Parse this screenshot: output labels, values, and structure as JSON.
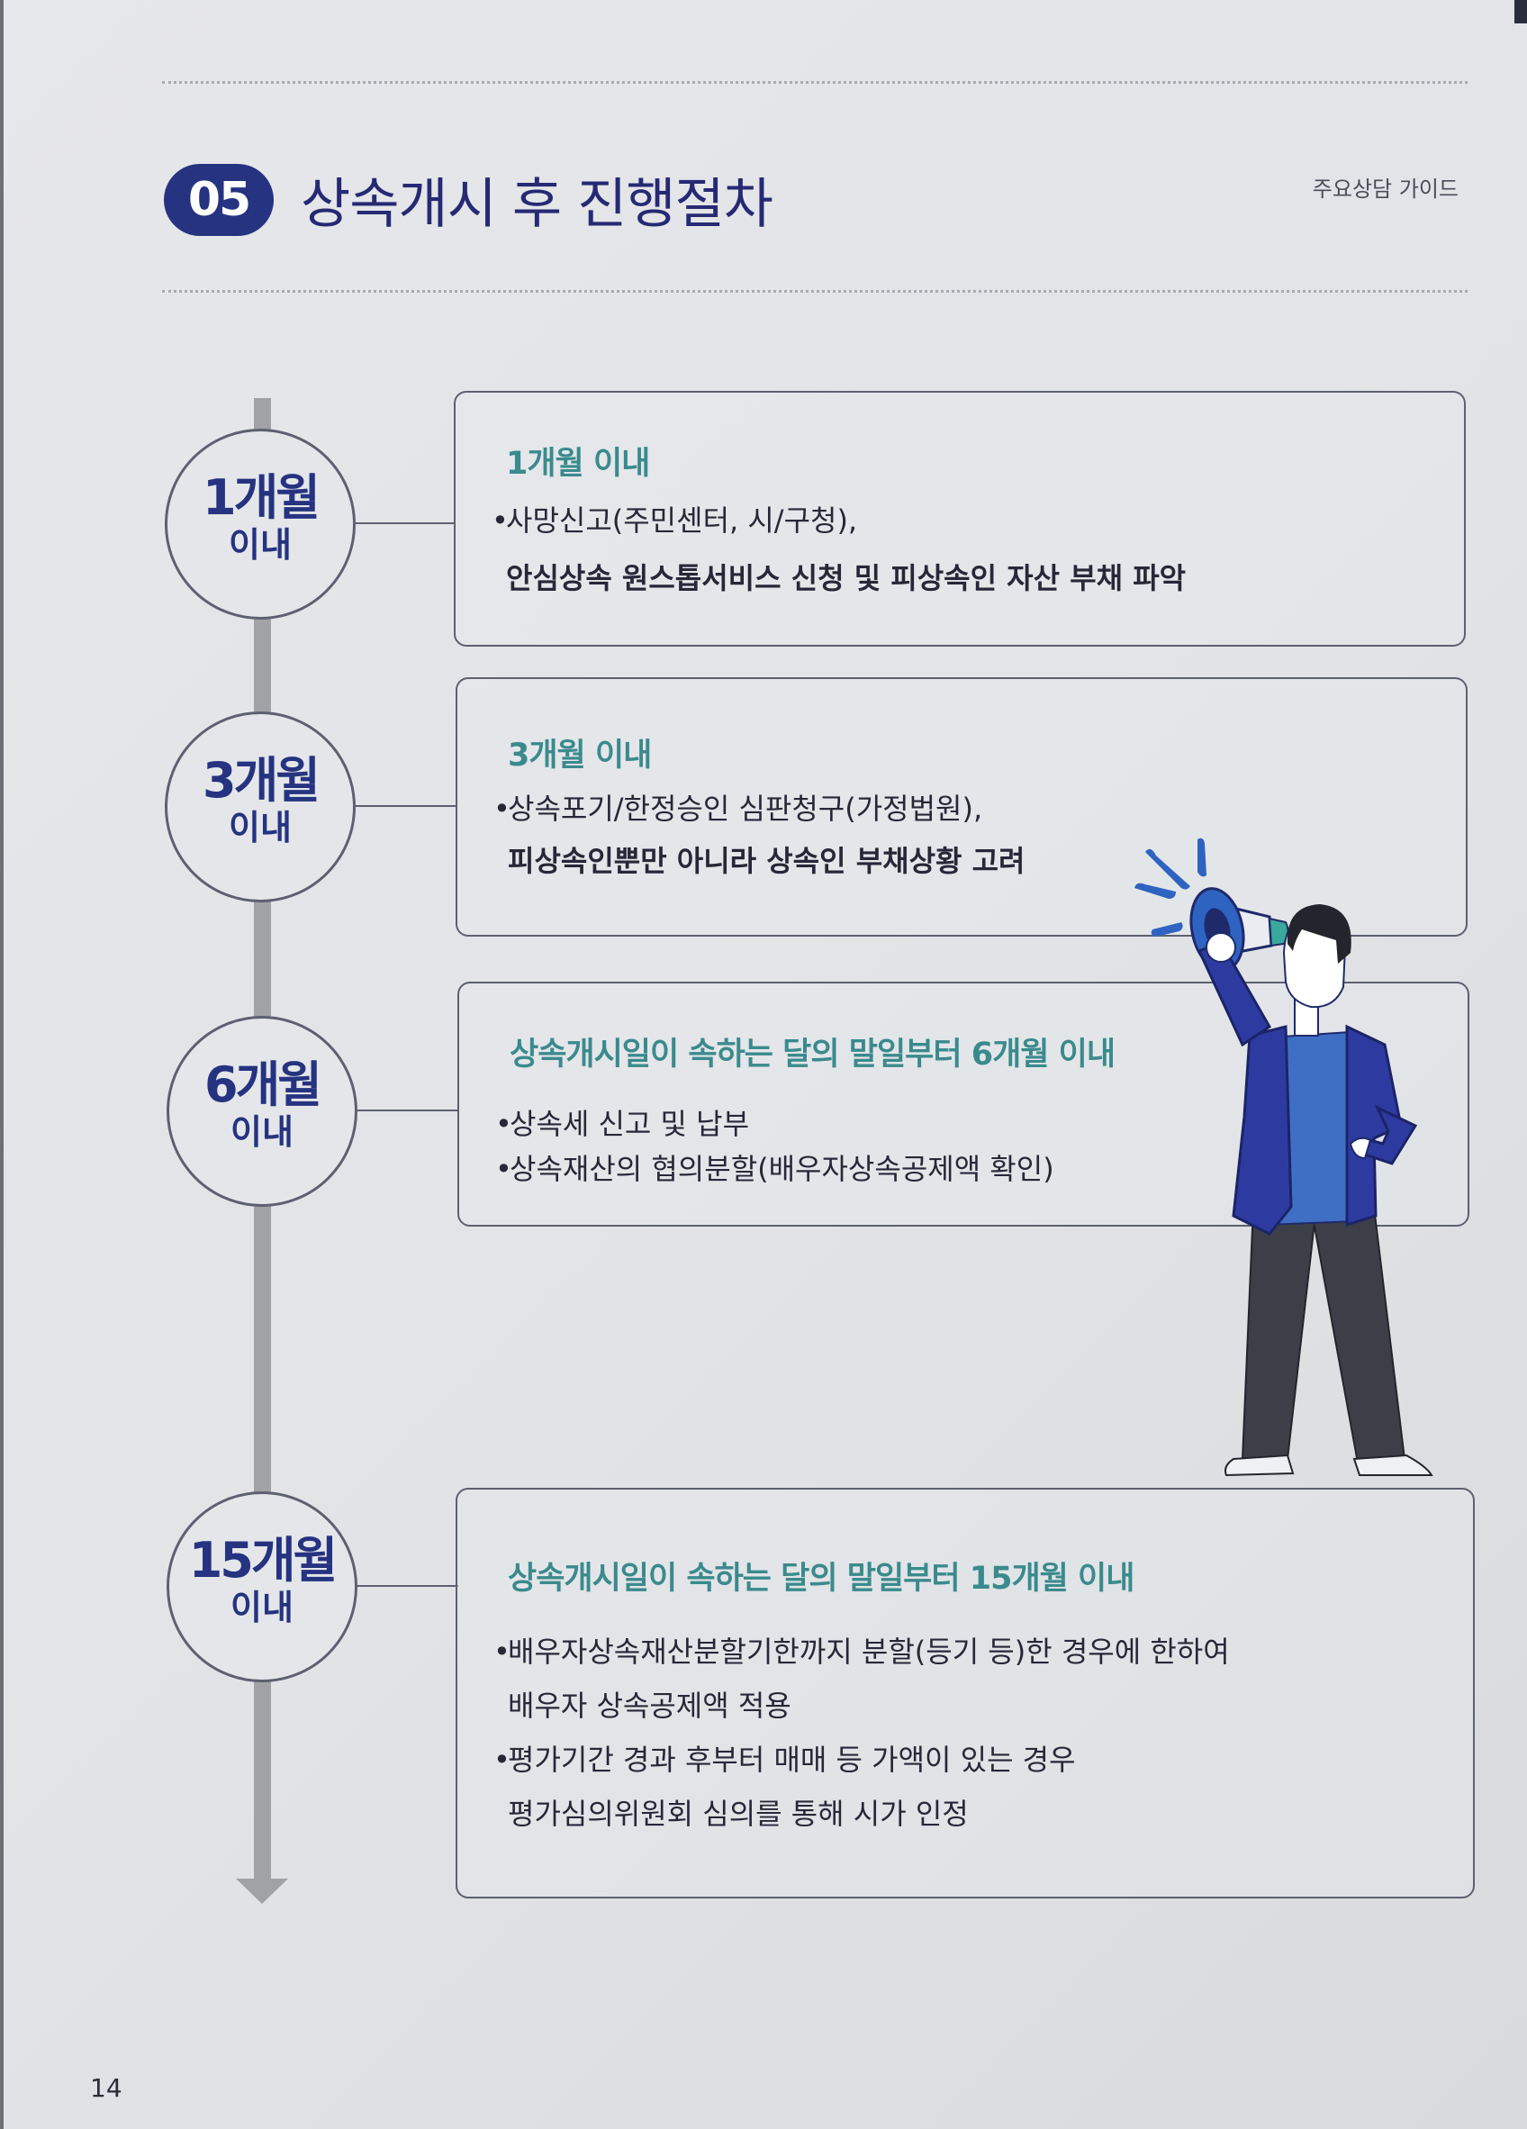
{
  "header": {
    "badge": "05",
    "title": "상속개시 후 진행절차",
    "guide_label": "주요상담 가이드"
  },
  "timeline": [
    {
      "period_big": "1개월",
      "period_small": "이내",
      "box_title": "1개월 이내",
      "items": [
        {
          "line1": "사망신고(주민센터, 시/구청),",
          "line2": "안심상속 원스톱서비스 신청 및 피상속인 자산 부채 파악"
        }
      ]
    },
    {
      "period_big": "3개월",
      "period_small": "이내",
      "box_title": "3개월 이내",
      "items": [
        {
          "line1": "상속포기/한정승인 심판청구(가정법원),",
          "line2": "피상속인뿐만 아니라 상속인 부채상황 고려"
        }
      ]
    },
    {
      "period_big": "6개월",
      "period_small": "이내",
      "box_title": "상속개시일이 속하는 달의 말일부터 6개월 이내",
      "items": [
        {
          "line1": "상속세 신고 및 납부"
        },
        {
          "line1": "상속재산의 협의분할(배우자상속공제액 확인)"
        }
      ]
    },
    {
      "period_big": "15개월",
      "period_small": "이내",
      "box_title": "상속개시일이 속하는 달의 말일부터 15개월 이내",
      "items": [
        {
          "line1": "배우자상속재산분할기한까지 분할(등기 등)한 경우에 한하여",
          "line2": "배우자 상속공제액 적용"
        },
        {
          "line1": "평가기간 경과 후부터 매매 등 가액이 있는 경우",
          "line2": "평가심의위원회 심의를 통해 시가 인정"
        }
      ]
    }
  ],
  "illustration": "man-with-megaphone-illustration",
  "page_number": "14",
  "colors": {
    "navy": "#253380",
    "teal": "#3a8a8d",
    "rail": "#a0a2a6"
  }
}
